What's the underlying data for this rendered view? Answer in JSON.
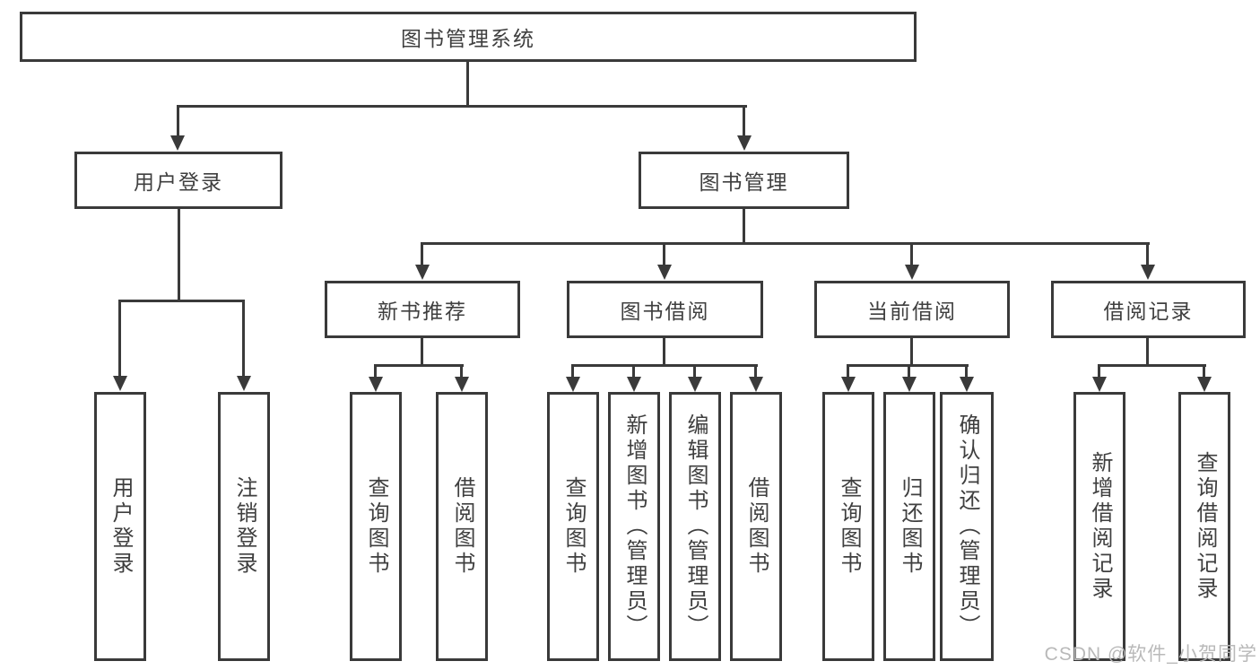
{
  "colors": {
    "line": "#3a3a3a",
    "node_border": "#3a3a3a",
    "node_text": "#3f3f3f",
    "background": "#ffffff",
    "watermark_text": "#b9b9b9"
  },
  "tree": {
    "label": "图书管理系统",
    "children": [
      {
        "label": "用户登录",
        "children": [
          {
            "label": "用户登录"
          },
          {
            "label": "注销登录"
          }
        ]
      },
      {
        "label": "图书管理",
        "children": [
          {
            "label": "新书推荐",
            "children": [
              {
                "label": "查询图书"
              },
              {
                "label": "借阅图书"
              }
            ]
          },
          {
            "label": "图书借阅",
            "children": [
              {
                "label": "查询图书"
              },
              {
                "label": "新增图书（管理员）"
              },
              {
                "label": "编辑图书（管理员）"
              },
              {
                "label": "借阅图书"
              }
            ]
          },
          {
            "label": "当前借阅",
            "children": [
              {
                "label": "查询图书"
              },
              {
                "label": "归还图书"
              },
              {
                "label": "确认归还（管理员）"
              }
            ]
          },
          {
            "label": "借阅记录",
            "children": [
              {
                "label": "新增借阅记录"
              },
              {
                "label": "查询借阅记录"
              }
            ]
          }
        ]
      }
    ]
  },
  "watermark": {
    "text": "CSDN @软件_小贺同学"
  }
}
